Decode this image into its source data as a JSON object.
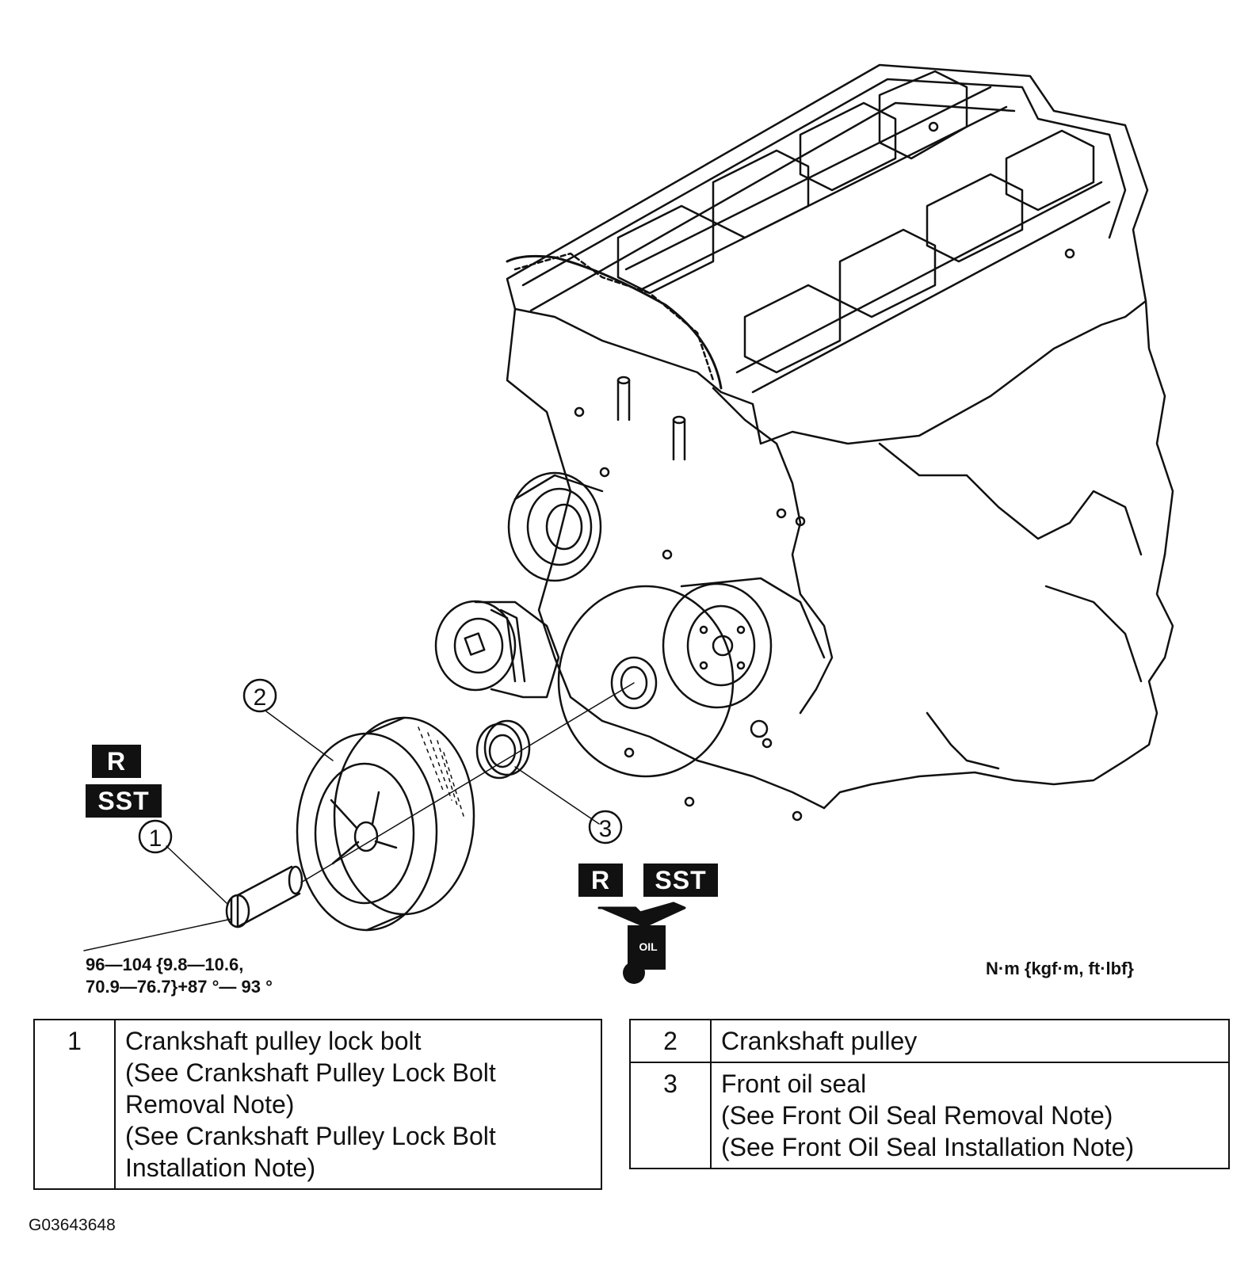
{
  "callouts": {
    "bolt": "1",
    "pulley": "2",
    "seal": "3"
  },
  "badges": {
    "left_r": "R",
    "left_sst": "SST",
    "right_r": "R",
    "right_sst": "SST",
    "oil_label": "OIL"
  },
  "torque_spec": "96—104 {9.8—10.6,\n70.9—76.7}+87 °— 93 °",
  "units_legend": "N·m {kgf·m, ft·lbf}",
  "parts_table_left": [
    {
      "num": "1",
      "lines": [
        "Crankshaft pulley lock bolt",
        "(See Crankshaft Pulley Lock Bolt",
        "Removal Note)",
        "(See Crankshaft Pulley Lock Bolt",
        "Installation Note)"
      ]
    }
  ],
  "parts_table_right": [
    {
      "num": "2",
      "lines": [
        "Crankshaft pulley"
      ]
    },
    {
      "num": "3",
      "lines": [
        "Front oil seal",
        "(See Front Oil Seal Removal Note)",
        "(See Front Oil Seal Installation Note)"
      ]
    }
  ],
  "figure_id": "G03643648"
}
